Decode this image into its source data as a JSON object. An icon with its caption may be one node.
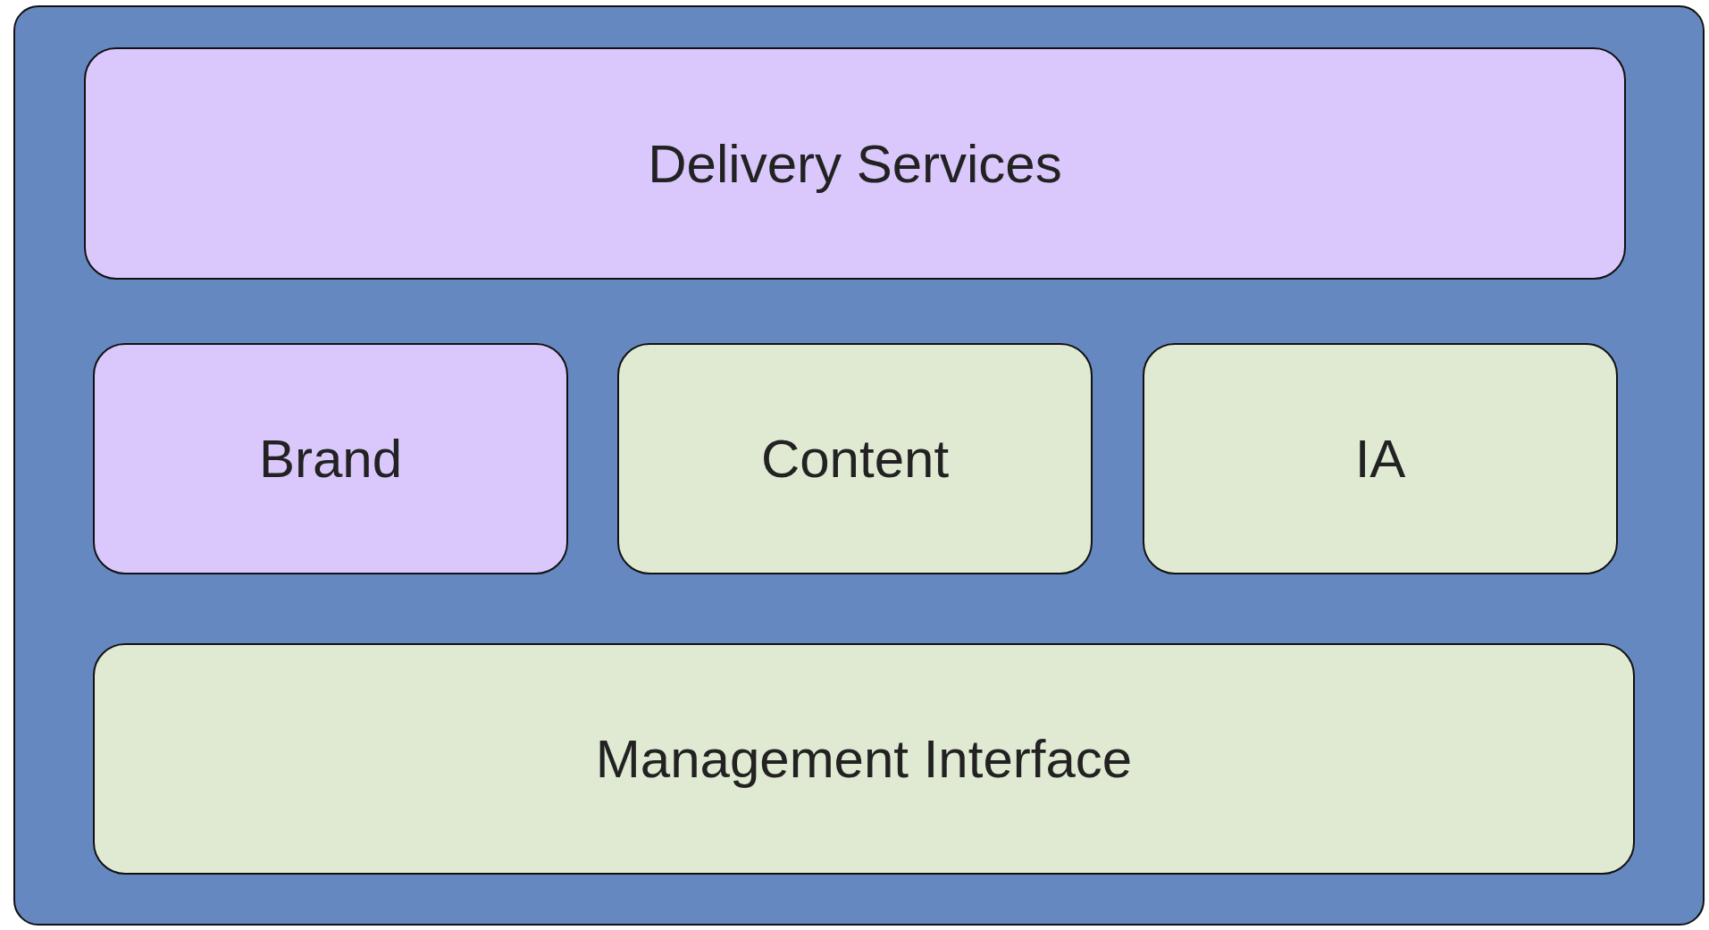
{
  "diagram": {
    "nodes": [
      {
        "text": [],
        "shape": "box"
      },
      {
        "text": [
          "Delivery Services"
        ],
        "in": 0
      },
      {
        "text": [
          "Brand"
        ],
        "in": 0
      },
      {
        "text": [
          "Content"
        ],
        "in": 0
      },
      {
        "text": [
          "IA"
        ],
        "in": 0
      },
      {
        "text": [
          "Management Interface"
        ],
        "in": 0
      }
    ]
  }
}
